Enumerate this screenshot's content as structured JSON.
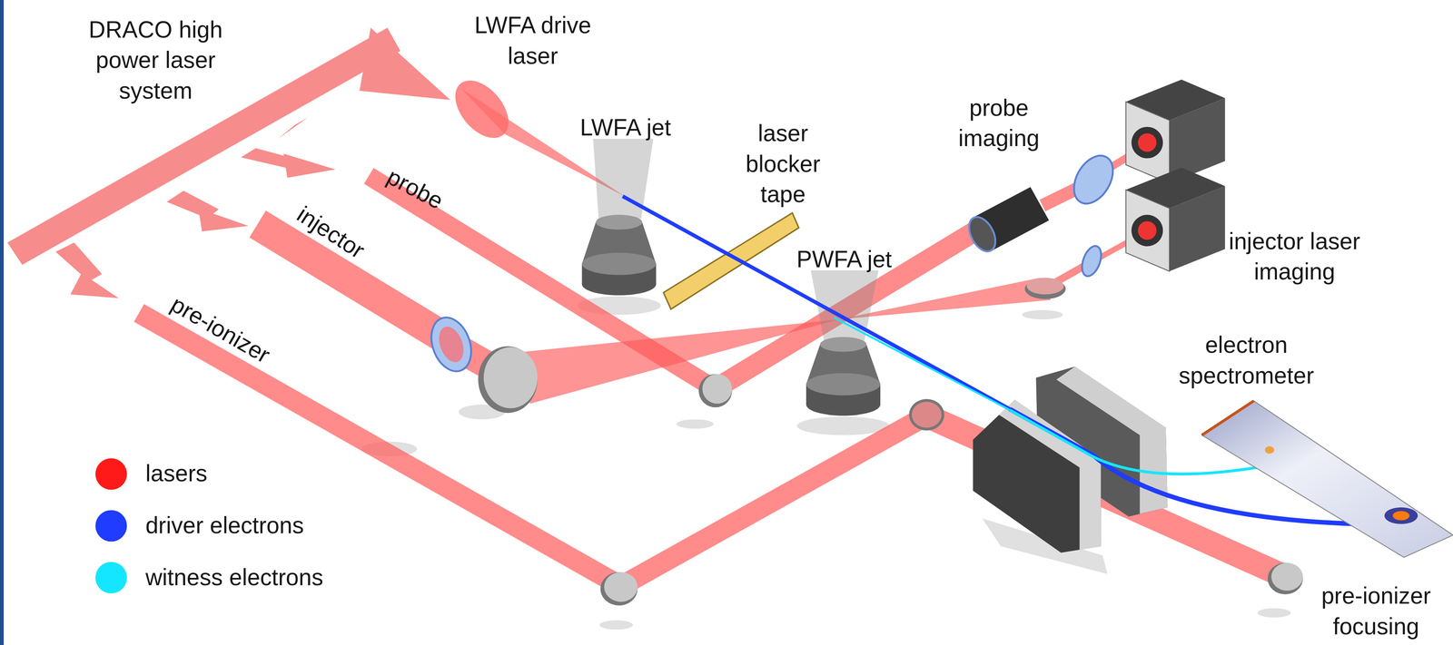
{
  "diagram": {
    "labels": [
      "DRACO high power laser system",
      "LWFA drive laser",
      "LWFA jet",
      "laser blocker tape",
      "probe",
      "injector",
      "pre-ionizer",
      "probe imaging",
      "PWFA jet",
      "injector laser imaging",
      "electron spectrometer",
      "pre-ionizer focusing"
    ],
    "legend": [
      {
        "text": "lasers",
        "color": "#ff1a1a"
      },
      {
        "text": "driver electrons",
        "color": "#1f3cff"
      },
      {
        "text": "witness electrons",
        "color": "#14e6ff"
      }
    ]
  }
}
